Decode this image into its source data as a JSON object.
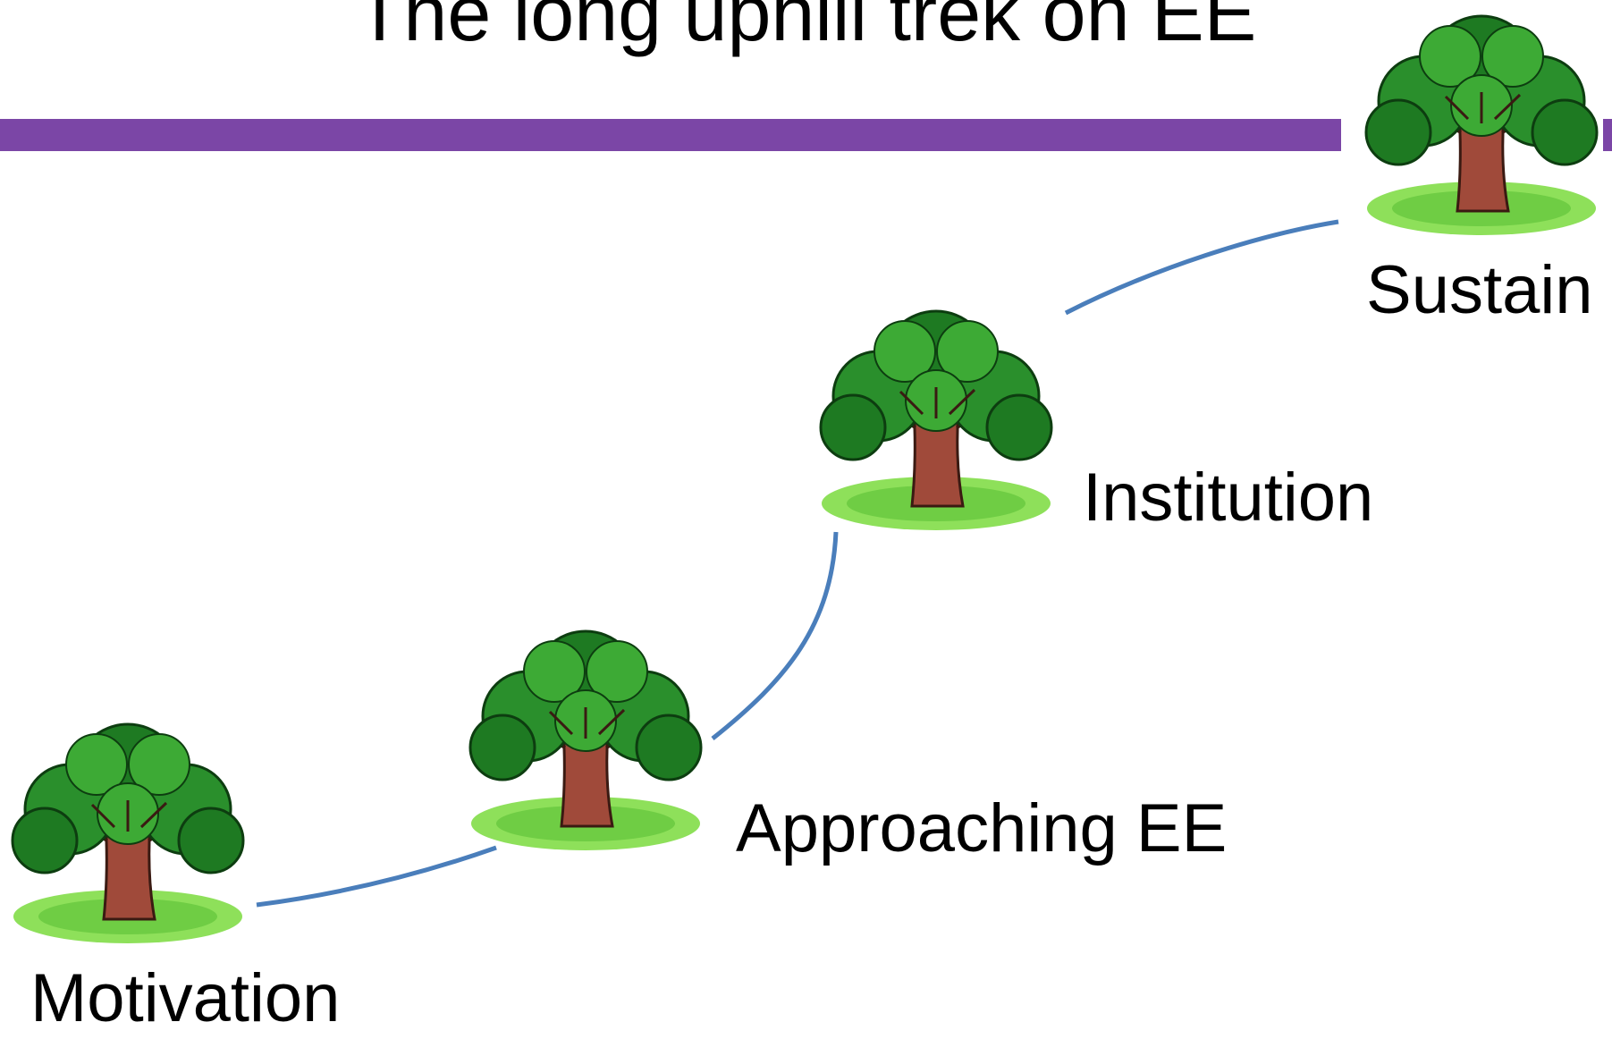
{
  "slide": {
    "title": "The long uphill trek on EE"
  },
  "stages": [
    {
      "label": "Motivation"
    },
    {
      "label": "Approaching EE"
    },
    {
      "label": "Institution"
    },
    {
      "label": "Sustain"
    }
  ],
  "colors": {
    "title_rule": "#7b46a6",
    "path_line": "#4a7ebb",
    "foliage_dark": "#1e7a22",
    "foliage_light": "#3daa35",
    "trunk": "#a04a3a",
    "grass": "#8ee05a"
  },
  "icons": {
    "tree": "oak-tree-icon"
  }
}
